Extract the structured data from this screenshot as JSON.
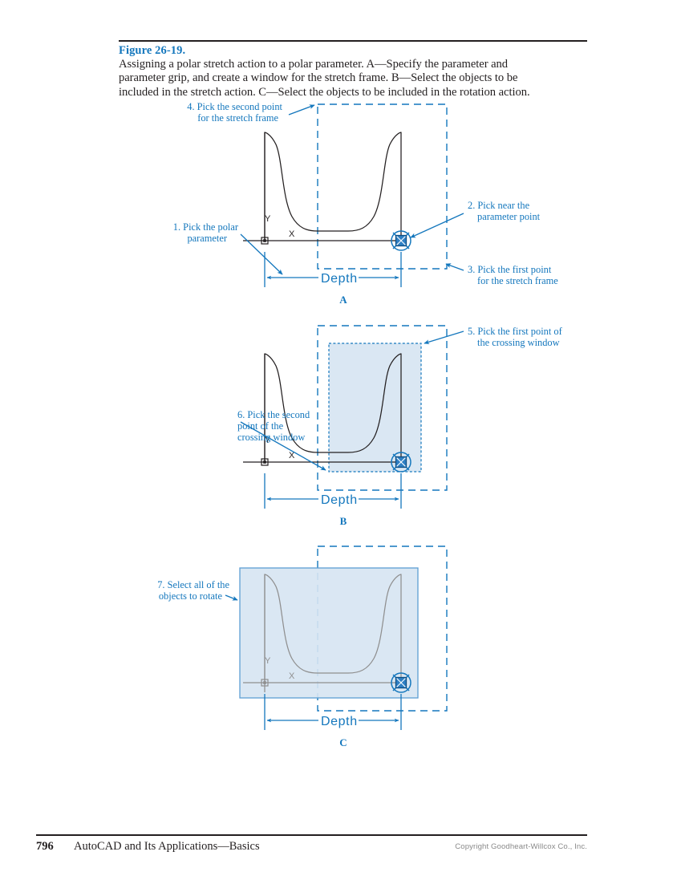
{
  "document": {
    "figure_number": "Figure 26-19.",
    "caption": "Assigning a polar stretch action to a polar parameter. A—Specify the parameter and parameter grip, and create a window for the stretch frame. B—Select the objects to be included in the stretch action. C—Select the objects to be included in the rotation action.",
    "caption_lines": [
      "Assigning a polar stretch action to a polar parameter. A—Specify the parameter and",
      "parameter grip, and create a window for the stretch frame. B—Select the objects to be",
      "included in the stretch action. C—Select the objects to be included in the rotation action."
    ]
  },
  "colors": {
    "accent_blue": "#1477bd",
    "window_fill": "#d6e4f2",
    "window_stroke": "#5d9fd4",
    "geometry_black": "#231f20",
    "geometry_gray": "#8f8f8f",
    "text_black": "#231f20",
    "footer_gray": "#8a8a8a"
  },
  "panels": [
    {
      "id": "A",
      "letter": "A",
      "dimension_label": "Depth",
      "axis_labels": {
        "x": "X",
        "y": "Y"
      },
      "callouts": [
        {
          "number": "4",
          "lines": [
            "4. Pick the second point",
            "for the stretch frame"
          ],
          "align": "center"
        },
        {
          "number": "1",
          "lines": [
            "1. Pick the polar",
            "parameter"
          ],
          "align": "center"
        },
        {
          "number": "2",
          "lines": [
            "2. Pick near the",
            "parameter point"
          ],
          "align": "left"
        },
        {
          "number": "3",
          "lines": [
            "3. Pick the first point",
            "for the stretch frame"
          ],
          "align": "left"
        }
      ]
    },
    {
      "id": "B",
      "letter": "B",
      "dimension_label": "Depth",
      "axis_labels": {
        "x": "X",
        "y": "Y"
      },
      "callouts": [
        {
          "number": "5",
          "lines": [
            "5. Pick the first point of",
            "the crossing window"
          ],
          "align": "left"
        },
        {
          "number": "6",
          "lines": [
            "6. Pick the second",
            "point of the",
            "crossing window"
          ],
          "align": "left"
        }
      ]
    },
    {
      "id": "C",
      "letter": "C",
      "dimension_label": "Depth",
      "axis_labels": {
        "x": "X",
        "y": "Y"
      },
      "callouts": [
        {
          "number": "7",
          "lines": [
            "7. Select all of the",
            "objects to rotate"
          ],
          "align": "center"
        }
      ]
    }
  ],
  "footer": {
    "page_number": "796",
    "book_title": "AutoCAD and Its Applications—Basics",
    "copyright": "Copyright Goodheart-Willcox Co., Inc."
  }
}
